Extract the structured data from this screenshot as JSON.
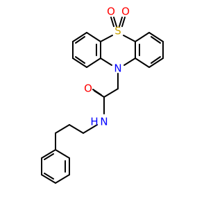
{
  "molecule": {
    "atoms": {
      "sulfur": "S",
      "sulfonyl_oxygen_left": "O",
      "sulfonyl_oxygen_right": "O",
      "ring_nitrogen": "N",
      "carbonyl_oxygen": "O",
      "amide_nitrogen": "N",
      "amide_hydrogen": "H"
    },
    "colors": {
      "bond": "#000000",
      "sulfur": "#c8a000",
      "oxygen": "#ff0000",
      "nitrogen": "#0000ff"
    }
  }
}
